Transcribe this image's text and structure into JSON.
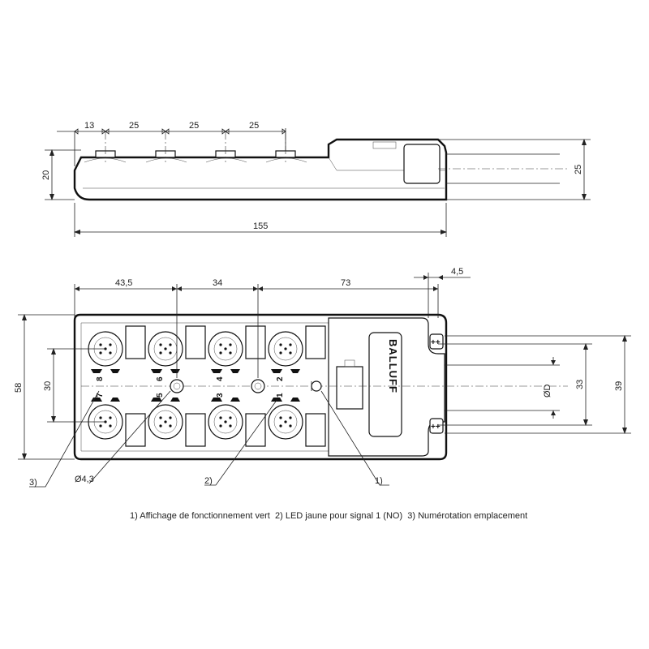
{
  "side_view": {
    "top_dims": [
      "13",
      "25",
      "25",
      "25"
    ],
    "height_left": "20",
    "height_right": "25",
    "length": "155"
  },
  "top_view": {
    "top_dims": [
      "43,5",
      "34",
      "73",
      "4,5"
    ],
    "height_outer": "58",
    "height_inner": "30",
    "cable_dim": "ØD",
    "right_dim_inner": "33",
    "right_dim_outer": "39",
    "hole_dim": "Ø4,3",
    "brand": "BALLUFF",
    "ports_top": [
      "8",
      "6",
      "4",
      "2"
    ],
    "ports_bottom": [
      "7",
      "5",
      "3",
      "1"
    ],
    "markers": [
      "3)",
      "2)",
      "1)"
    ],
    "plus_signs": [
      "++",
      "++"
    ]
  },
  "caption": {
    "note1": "1) Affichage de fonctionnement vert",
    "note2": "2) LED jaune pour signal 1 (NO)",
    "note3": "3) Numérotation emplacement"
  }
}
